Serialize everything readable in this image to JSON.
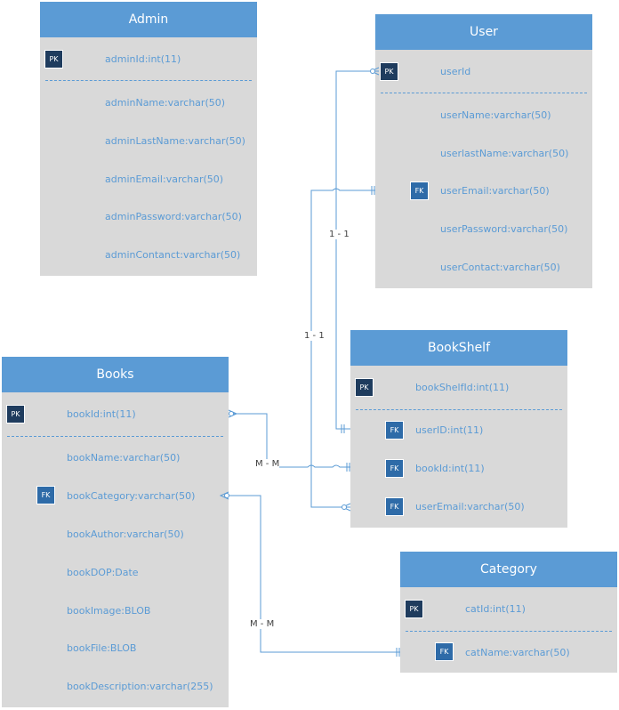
{
  "entities": {
    "admin": {
      "title": "Admin",
      "pk_badge": "PK",
      "pk_field": "adminId:int(11)",
      "fields": [
        "adminName:varchar(50)",
        "adminLastName:varchar(50)",
        "adminEmail:varchar(50)",
        "adminPassword:varchar(50)",
        "adminContanct:varchar(50)"
      ]
    },
    "user": {
      "title": "User",
      "pk_badge": "PK",
      "pk_field": "userId",
      "fk_badge": "FK",
      "fields": [
        "userName:varchar(50)",
        "userlastName:varchar(50)",
        "userEmail:varchar(50)",
        "userPassword:varchar(50)",
        "userContact:varchar(50)"
      ]
    },
    "bookshelf": {
      "title": "BookShelf",
      "pk_badge": "PK",
      "pk_field": "bookShelfId:int(11)",
      "fk_badge": "FK",
      "fields": [
        "userID:int(11)",
        "bookId:int(11)",
        "userEmail:varchar(50)"
      ]
    },
    "books": {
      "title": "Books",
      "pk_badge": "PK",
      "pk_field": "bookId:int(11)",
      "fk_badge": "FK",
      "fields": [
        "bookName:varchar(50)",
        "bookCategory:varchar(50)",
        "bookAuthor:varchar(50)",
        "bookDOP:Date",
        "bookImage:BLOB",
        "bookFile:BLOB",
        "bookDescription:varchar(255)"
      ]
    },
    "category": {
      "title": "Category",
      "pk_badge": "PK",
      "pk_field": "catId:int(11)",
      "fk_badge": "FK",
      "fields": [
        "catName:varchar(50)"
      ]
    }
  },
  "relationships": {
    "user_bookshelf_userid": "1 - 1",
    "user_bookshelf_email": "1 - 1",
    "books_bookshelf": "M - M",
    "books_category": "M - M"
  },
  "colors": {
    "header": "#5b9bd5",
    "body": "#d9d9d9",
    "field_text": "#5b9bd5",
    "pk_badge": "#1f3c5e",
    "fk_badge": "#2e6ba8",
    "connector": "#5b9bd5"
  }
}
